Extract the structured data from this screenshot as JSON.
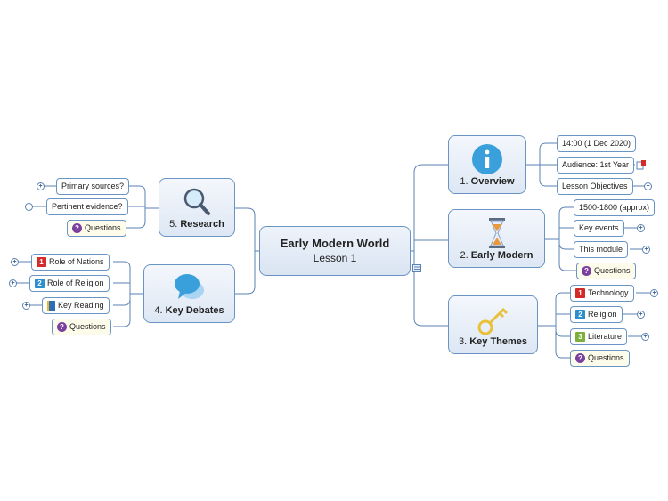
{
  "center": {
    "title": "Early Modern World",
    "subtitle": "Lesson 1"
  },
  "branches": {
    "overview": {
      "num": "1.",
      "label": "Overview",
      "items": [
        "14:00 (1 Dec 2020)",
        "Audience: 1st Year",
        "Lesson Objectives"
      ]
    },
    "early_modern": {
      "num": "2.",
      "label": "Early Modern",
      "items": [
        "1500-1800 (approx)",
        "Key events",
        "This module",
        "Questions"
      ]
    },
    "key_themes": {
      "num": "3.",
      "label": "Key Themes",
      "items": [
        "Technology",
        "Religion",
        "Literature",
        "Questions"
      ],
      "badges": [
        "1",
        "2",
        "3"
      ]
    },
    "key_debates": {
      "num": "4.",
      "label": "Key Debates",
      "items": [
        "Role of Nations",
        "Role of Religion",
        "Key Reading",
        "Questions"
      ],
      "badges": [
        "1",
        "2"
      ]
    },
    "research": {
      "num": "5.",
      "label": "Research",
      "items": [
        "Primary sources?",
        "Pertinent evidence?",
        "Questions"
      ]
    }
  },
  "colors": {
    "border": "#6a94c4",
    "link": "#5b82b3",
    "accent_blue": "#3aa0dc",
    "key_yellow": "#e8c13a"
  }
}
